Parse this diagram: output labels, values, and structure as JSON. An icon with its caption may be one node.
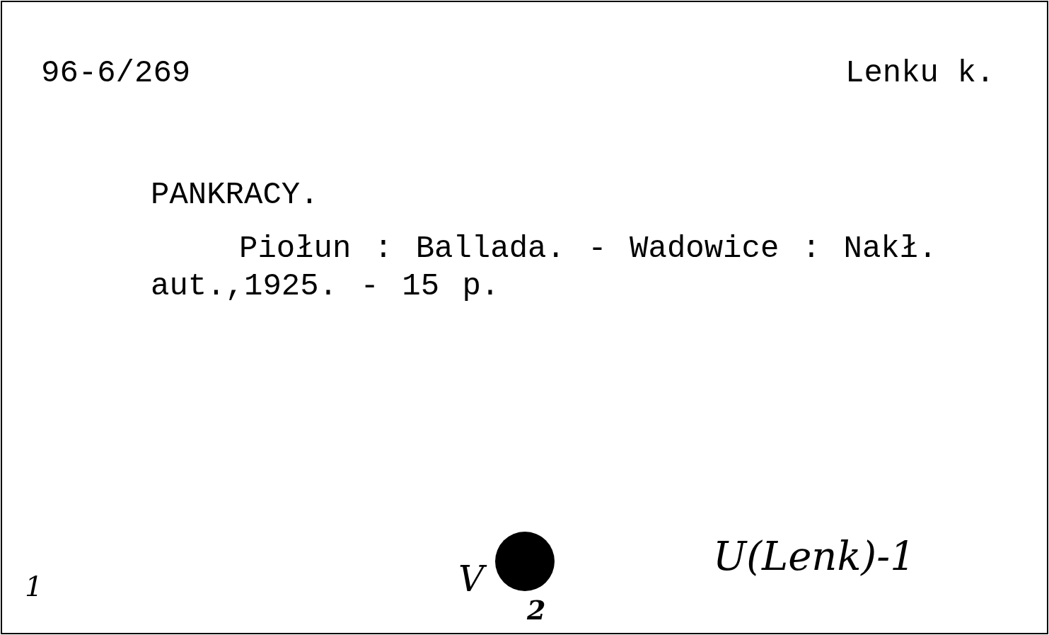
{
  "diagram": {
    "nodes": [
      {
        "text": [],
        "shape": "circle"
      }
    ],
    "labels": [
      "96-6/269",
      "Lenku k.",
      "PANKRACY.",
      "Piołun : Ballada. - Wadowice : Nakł. aut.,1925. - 15 p.",
      "1",
      "V",
      "2",
      "U(Lenk)-1"
    ]
  }
}
